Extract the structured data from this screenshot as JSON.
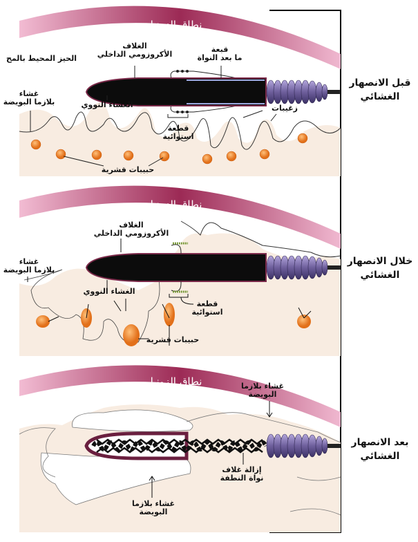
{
  "panels": [
    {
      "stage": [
        "قبل الانصهار",
        "الغشائي"
      ],
      "zona": "نطاق الزونـا",
      "labels": {
        "perivitelline": "الحيز المحيط بالمح",
        "acrosome": [
          "الغلاف",
          "الأكروزومي الداخلي"
        ],
        "postnuclear_cap": [
          "قبعة",
          "ما بعد النواة"
        ],
        "oolemma": [
          "غشاء",
          "بلازما البويضة"
        ],
        "nuclear_envelope": "الغشاء النووي",
        "microvilli": "زغيبات",
        "equatorial": [
          "قطعة",
          "استوائية"
        ],
        "cortical_granules": "حبيبات قشرية"
      }
    },
    {
      "stage": [
        "خلال الانصهار",
        "الغشائي"
      ],
      "zona": "نطاق الزونـا",
      "labels": {
        "acrosome": [
          "الغلاف",
          "الأكروزومي الداخلي"
        ],
        "oolemma": [
          "غشاء",
          "بلازما البويضة"
        ],
        "nuclear_envelope": "الغشاء النووي",
        "equatorial": [
          "قطعة",
          "استوائية"
        ],
        "cortical_granules": "حبيبات قشرية"
      }
    },
    {
      "stage": [
        "بعد الانصهار",
        "الغشائي"
      ],
      "zona": "نطاق الزونـا",
      "labels": {
        "oolemma_top": [
          "غشاء بلازما",
          "البويضة"
        ],
        "decondensation": [
          "إزالة غلاف",
          "نواة النطفة"
        ],
        "oolemma_bottom": [
          "غشاء بلازما",
          "البويضة"
        ]
      }
    }
  ],
  "colors": {
    "zona_dark": "#9c2a55",
    "zona_light": "#f0b8d0",
    "cytoplasm": "#f8ece1",
    "granule": "#f08a24",
    "midpiece": "#6e5f9c"
  }
}
